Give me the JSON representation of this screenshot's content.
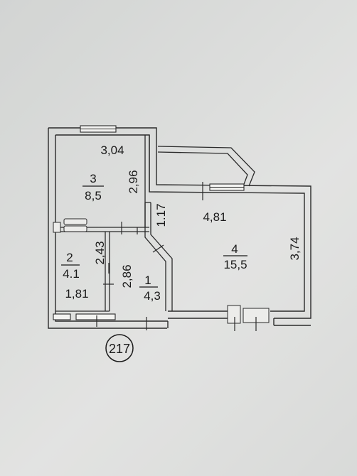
{
  "plan": {
    "apartment_number": "217",
    "rooms": [
      {
        "number": "3",
        "area": "8,5",
        "width": "3,04",
        "length": "2,96"
      },
      {
        "number": "2",
        "area": "4.1",
        "width": "1,81",
        "length": "2,43"
      },
      {
        "number": "1",
        "area": "4,3",
        "length": "2,86"
      },
      {
        "number": "4",
        "area": "15,5",
        "width": "4,81",
        "length": "3,74",
        "extra": "1.17"
      }
    ]
  }
}
